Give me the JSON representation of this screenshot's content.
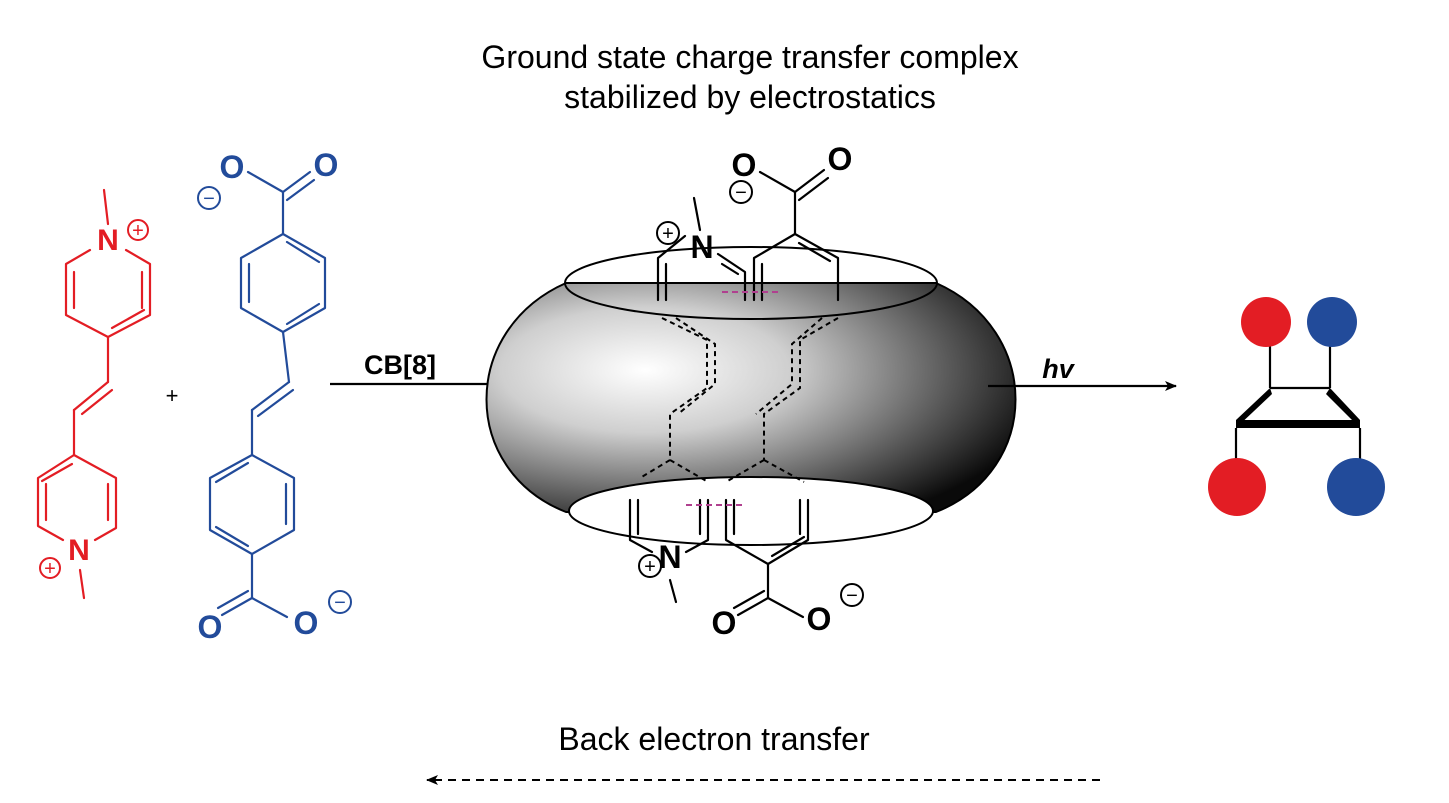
{
  "header": {
    "title_line1": "Ground state charge transfer complex",
    "title_line2": "stabilized by electrostatics"
  },
  "reagents": {
    "plus": "+",
    "cb8_label": "CB[8]",
    "hv_label": "hv"
  },
  "footer": {
    "back_transfer_label": "Back electron transfer"
  },
  "atoms": {
    "nitrogen": "N",
    "oxygen": "O",
    "positive_charge": "+",
    "negative_charge": "−"
  },
  "colors": {
    "viologen_red": "#e31d24",
    "stilbene_blue": "#224b9a",
    "charge_transfer_magenta": "#b0408f",
    "black": "#000000"
  }
}
